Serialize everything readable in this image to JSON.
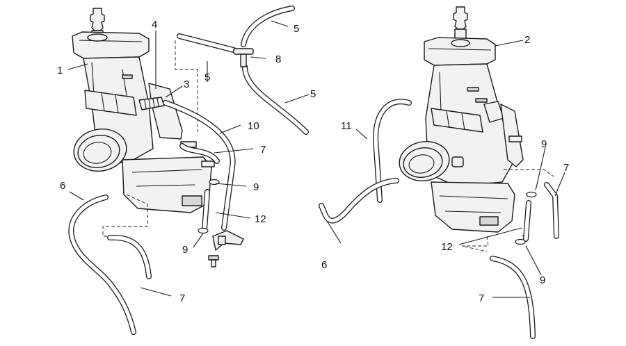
{
  "callouts": [
    {
      "id": "c1",
      "text": "1"
    },
    {
      "id": "c2",
      "text": "2"
    },
    {
      "id": "c3",
      "text": "3"
    },
    {
      "id": "c4",
      "text": "4"
    },
    {
      "id": "c5a",
      "text": "5"
    },
    {
      "id": "c5b",
      "text": "5"
    },
    {
      "id": "c5c",
      "text": "5"
    },
    {
      "id": "c6a",
      "text": "6"
    },
    {
      "id": "c6b",
      "text": "6"
    },
    {
      "id": "c7a",
      "text": "7"
    },
    {
      "id": "c7b",
      "text": "7"
    },
    {
      "id": "c7c",
      "text": "7"
    },
    {
      "id": "c7d",
      "text": "7"
    },
    {
      "id": "c8",
      "text": "8"
    },
    {
      "id": "c9a",
      "text": "9"
    },
    {
      "id": "c9b",
      "text": "9"
    },
    {
      "id": "c9c",
      "text": "9"
    },
    {
      "id": "c9d",
      "text": "9"
    },
    {
      "id": "c10",
      "text": "10"
    },
    {
      "id": "c11",
      "text": "11"
    },
    {
      "id": "c12a",
      "text": "12"
    },
    {
      "id": "c12b",
      "text": "12"
    }
  ]
}
